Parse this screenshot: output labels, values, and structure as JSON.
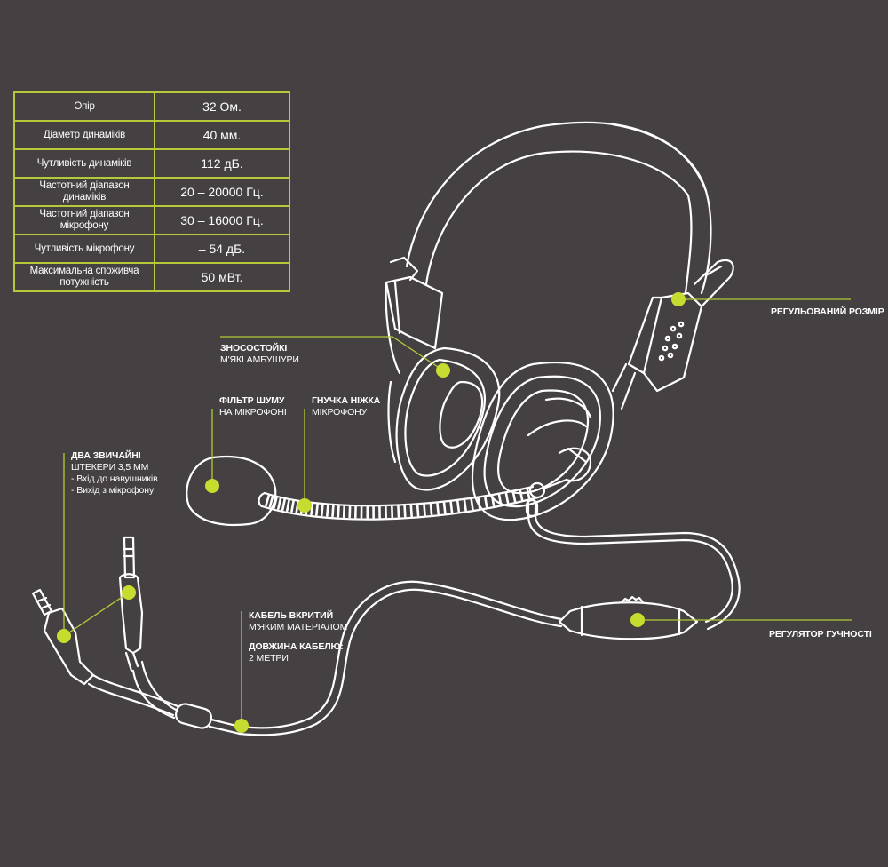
{
  "colors": {
    "background": "#454142",
    "accent": "#c6dc2e",
    "table_border": "#b5c93a",
    "line_art": "#ffffff"
  },
  "specs": {
    "rows": [
      {
        "param": "Опір",
        "value": "32 Ом."
      },
      {
        "param": "Діаметр динаміків",
        "value": "40 мм."
      },
      {
        "param": "Чутливість динаміків",
        "value": "112 дБ."
      },
      {
        "param": "Частотний діапазон динаміків",
        "value": "20 – 20000 Гц."
      },
      {
        "param": "Частотний діапазон мікрофону",
        "value": "30 – 16000 Гц."
      },
      {
        "param": "Чутливість мікрофону",
        "value": "– 54 дБ."
      },
      {
        "param": "Максимальна споживча потужність",
        "value": "50 мВт."
      }
    ]
  },
  "callouts": {
    "adjustable_size": {
      "title": "РЕГУЛЬОВАНИЙ РОЗМІР"
    },
    "ear_cushions": {
      "title": "ЗНОСОСТОЙКІ",
      "subtitle": "М'ЯКІ АМБУШУРИ"
    },
    "noise_filter": {
      "title": "ФІЛЬТР ШУМУ",
      "subtitle": "НА МІКРОФОНІ"
    },
    "flexible_boom": {
      "title": "ГНУЧКА НІЖКА",
      "subtitle": "МІКРОФОНУ"
    },
    "plugs": {
      "title": "ДВА ЗВИЧАЙНІ",
      "subtitle": "ШТЕКЕРИ 3,5 ММ",
      "items": [
        "- Вхід до навушників",
        "- Вихід з мікрофону"
      ]
    },
    "cable": {
      "title": "КАБЕЛЬ ВКРИТИЙ",
      "subtitle": "М'ЯКИМ МАТЕРІАЛОМ",
      "length_title": "ДОВЖИНА КАБЕЛЮ:",
      "length_value": "2 МЕТРИ"
    },
    "volume_control": {
      "title": "РЕГУЛЯТОР ГУЧНОСТІ"
    }
  }
}
